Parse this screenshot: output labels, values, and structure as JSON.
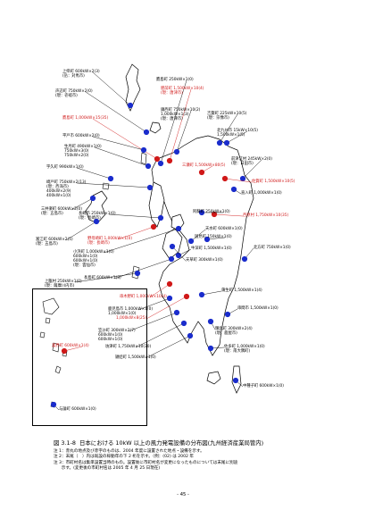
{
  "colors": {
    "existing": "#1a2ccc",
    "planned": "#d01818",
    "coast": "#000000"
  },
  "sites": [
    {
      "id": "s1",
      "status": "existing",
      "label": "上県町 600kW×2(3)\n(岳：対馬市)"
    },
    {
      "id": "s2",
      "status": "existing",
      "label": "声辺町 750kW×2(0)\n(現：壱岐市)"
    },
    {
      "id": "s3",
      "status": "planned",
      "label": "鷹島町 1,000kW×15(35)"
    },
    {
      "id": "s4",
      "status": "existing",
      "label": "平戸市 600kW×2(0)"
    },
    {
      "id": "s5",
      "status": "existing",
      "label": "生月町 490kW×1(0)\n750kW×3(0)\n750kW×2(0)"
    },
    {
      "id": "s6",
      "status": "existing",
      "label": "宇久町 990kW×1(0)"
    },
    {
      "id": "s7",
      "status": "existing",
      "label": "崎戸町 750kW×2(13)\n(現：西海市)\n400kW×2(9)\n400kW×1(0)"
    },
    {
      "id": "s8",
      "status": "existing",
      "label": "三井楽町 600kW×2(0)\n(現：五島市)"
    },
    {
      "id": "s9",
      "status": "existing",
      "label": "富江町 600kW×2(5)\n(現：五島市)"
    },
    {
      "id": "s10",
      "status": "existing",
      "label": "長崎市 250kW×1(0)\n(現：長崎市)"
    },
    {
      "id": "s11",
      "status": "planned",
      "label": "野母崎町 1,000kW×1(0)\n(現：長崎市)"
    },
    {
      "id": "s12",
      "status": "existing",
      "label": "小浜町 1,000kW×1(0)\n600kW×1(0)\n600kW×1(0)\n(現：雲仙市)"
    },
    {
      "id": "s13",
      "status": "existing",
      "label": "長島町 600kW×1(3)"
    },
    {
      "id": "s14",
      "status": "existing",
      "label": "上甑村 250kW×1(0)\n(現：薩摩川内市)"
    },
    {
      "id": "s15",
      "status": "planned",
      "label": "串木野町 1,000kW×10(4)"
    },
    {
      "id": "s16",
      "status": "existing",
      "label": "鹿児島市 1,000kW×1(0)\n1,000kW×1(0)"
    },
    {
      "id": "s17",
      "status": "planned",
      "label": "1,000kW×8(25)"
    },
    {
      "id": "s18",
      "status": "existing",
      "label": "笠沙町 300kW×2(7)\n600kW×1(0)\n600kW×1(0)"
    },
    {
      "id": "s19",
      "status": "existing",
      "label": "坊津町 1,750kW×10(30)"
    },
    {
      "id": "s20",
      "status": "existing",
      "label": "頴娃町 1,500kW×1(0)"
    },
    {
      "id": "s21",
      "status": "existing",
      "label": "鷹島町 250kW×1(0)"
    },
    {
      "id": "s22",
      "status": "planned",
      "label": "肥前町 1,500kW×10(4)\n(現：唐津市)"
    },
    {
      "id": "s23",
      "status": "existing",
      "label": "鎮西町 750kW×10(2)\n1,000kW×1(3)\n(現：唐津市)"
    },
    {
      "id": "s24",
      "status": "existing",
      "label": "吉賀町 225kW×10(5)\n(現：宗像市)"
    },
    {
      "id": "s25",
      "status": "existing",
      "label": "北九州市 15kW×10(5)\n1,500kW×1(5)"
    },
    {
      "id": "s26",
      "status": "planned",
      "label": "三瀬町 1,500kW×80(5)"
    },
    {
      "id": "s27",
      "status": "existing",
      "label": "前津江村 245kW×2(0)\n(現：日田市)"
    },
    {
      "id": "s28",
      "status": "planned",
      "label": "佐賀町 1,500kW×10(5)"
    },
    {
      "id": "s29",
      "status": "existing",
      "label": "直入町 1,000kW×1(0)"
    },
    {
      "id": "s30",
      "status": "planned",
      "label": "西原村 1,750kW×10(35)"
    },
    {
      "id": "s31",
      "status": "existing",
      "label": "阿蘇町 250kW×1(0)"
    },
    {
      "id": "s32",
      "status": "existing",
      "label": "牛深町 1,500kW×1(0)"
    },
    {
      "id": "s33",
      "status": "existing",
      "label": "北方町 750kW×1(0)"
    },
    {
      "id": "s34",
      "status": "existing",
      "label": "国見町 150kW×1(0)"
    },
    {
      "id": "s35",
      "status": "existing",
      "label": "天草町 300kW×1(0)"
    },
    {
      "id": "s36",
      "status": "existing",
      "label": "天水町 600kW×1(0)"
    },
    {
      "id": "s37",
      "status": "existing",
      "label": "蒲生町 1,500kW×1(4)"
    },
    {
      "id": "s38",
      "status": "existing",
      "label": "串間市 1,500kW×1(0)"
    },
    {
      "id": "s39",
      "status": "existing",
      "label": "輝北町 300kW×2(4)\n(現：鹿屋市)"
    },
    {
      "id": "s40",
      "status": "existing",
      "label": "佐多町 1,000kW×1(0)\n(現：南大隅町)"
    },
    {
      "id": "s41",
      "status": "existing",
      "label": "中種子町 600kW×1(0)"
    },
    {
      "id": "s42",
      "status": "planned",
      "label": "喜界町 600kW×1(4)"
    },
    {
      "id": "s43",
      "status": "existing",
      "label": "与論町 600kW×1(0)"
    }
  ],
  "caption": "図 3.1-8  日本における 10kW 以上の風力発電設備の分布図(九州経済産業局管内)",
  "notes": [
    "注 1：赤丸の地点及び赤字のものは、2004 年度に設置された地点・設備を示す。",
    "注 2：末尾（　）内は既設の稼動年の下 2 桁を示す。（例：(02) は 2002 年",
    "注 3：市町村名は集単設置当時のもの。設置後に市町村名が変更になったものについては末尾に別途",
    "      示す。(変更後の市町村名は 2005 年 4 月 25 日現在)"
  ],
  "page_number": "- 45 -"
}
